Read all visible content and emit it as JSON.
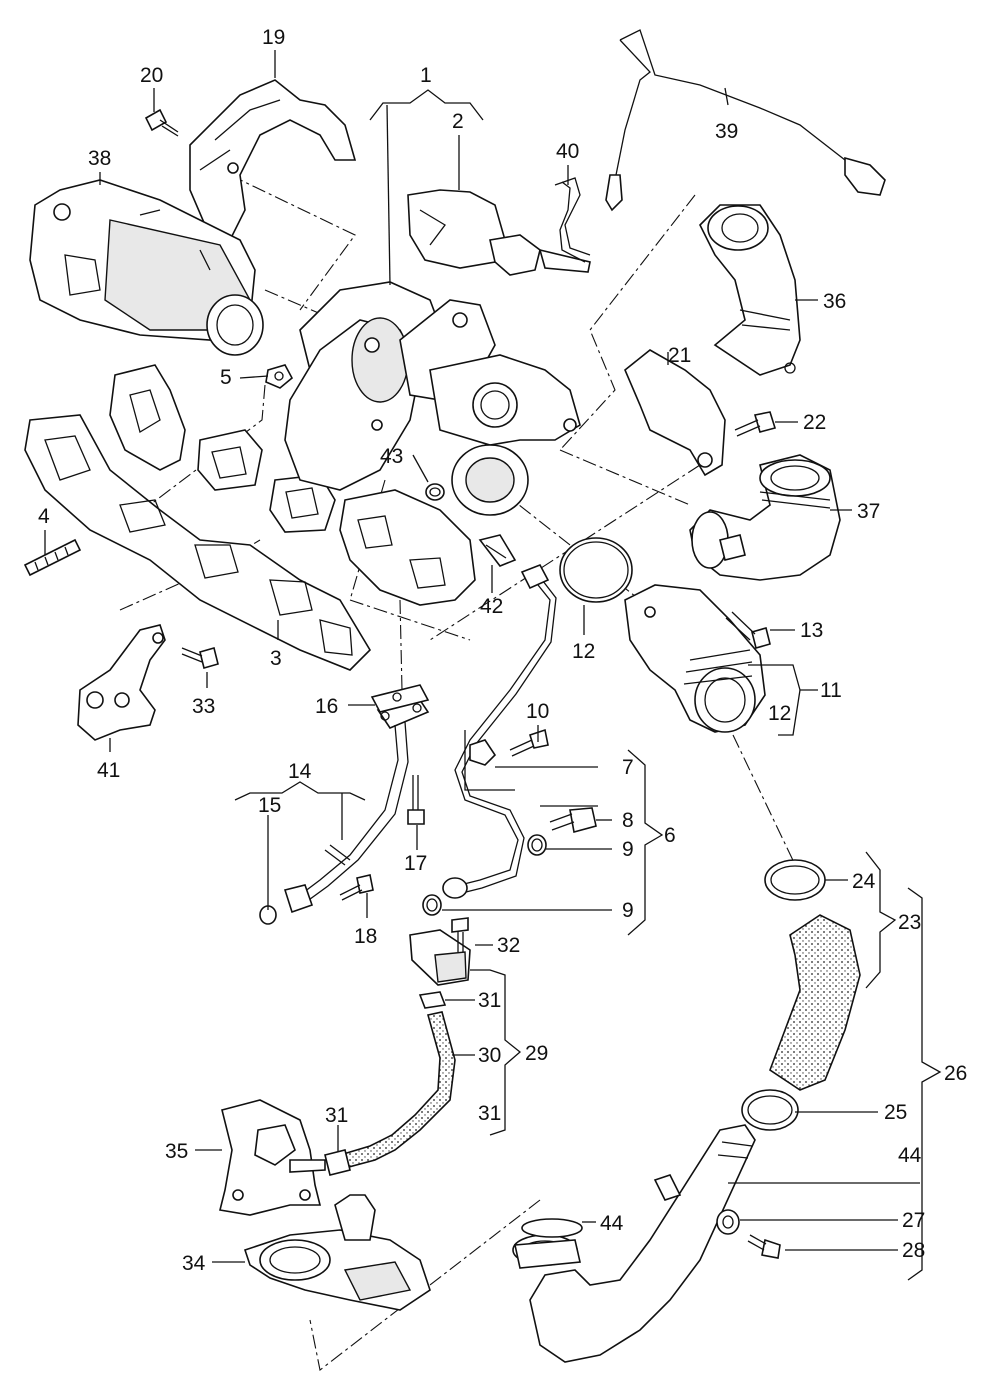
{
  "callouts": [
    {
      "id": "c1",
      "text": "1"
    },
    {
      "id": "c2",
      "text": "2"
    },
    {
      "id": "c3",
      "text": "3"
    },
    {
      "id": "c4",
      "text": "4"
    },
    {
      "id": "c5",
      "text": "5"
    },
    {
      "id": "c6",
      "text": "6"
    },
    {
      "id": "c7",
      "text": "7"
    },
    {
      "id": "c8",
      "text": "8"
    },
    {
      "id": "c9a",
      "text": "9"
    },
    {
      "id": "c9b",
      "text": "9"
    },
    {
      "id": "c10",
      "text": "10"
    },
    {
      "id": "c11",
      "text": "11"
    },
    {
      "id": "c12a",
      "text": "12"
    },
    {
      "id": "c12b",
      "text": "12"
    },
    {
      "id": "c13",
      "text": "13"
    },
    {
      "id": "c14",
      "text": "14"
    },
    {
      "id": "c15",
      "text": "15"
    },
    {
      "id": "c16",
      "text": "16"
    },
    {
      "id": "c17",
      "text": "17"
    },
    {
      "id": "c18",
      "text": "18"
    },
    {
      "id": "c19",
      "text": "19"
    },
    {
      "id": "c20",
      "text": "20"
    },
    {
      "id": "c21",
      "text": "21"
    },
    {
      "id": "c22",
      "text": "22"
    },
    {
      "id": "c23",
      "text": "23"
    },
    {
      "id": "c24",
      "text": "24"
    },
    {
      "id": "c25",
      "text": "25"
    },
    {
      "id": "c26",
      "text": "26"
    },
    {
      "id": "c27",
      "text": "27"
    },
    {
      "id": "c28",
      "text": "28"
    },
    {
      "id": "c29",
      "text": "29"
    },
    {
      "id": "c30",
      "text": "30"
    },
    {
      "id": "c31a",
      "text": "31"
    },
    {
      "id": "c31b",
      "text": "31"
    },
    {
      "id": "c31c",
      "text": "31"
    },
    {
      "id": "c32",
      "text": "32"
    },
    {
      "id": "c33",
      "text": "33"
    },
    {
      "id": "c34",
      "text": "34"
    },
    {
      "id": "c35",
      "text": "35"
    },
    {
      "id": "c36",
      "text": "36"
    },
    {
      "id": "c37",
      "text": "37"
    },
    {
      "id": "c38",
      "text": "38"
    },
    {
      "id": "c39",
      "text": "39"
    },
    {
      "id": "c40",
      "text": "40"
    },
    {
      "id": "c41",
      "text": "41"
    },
    {
      "id": "c42",
      "text": "42"
    },
    {
      "id": "c43",
      "text": "43"
    },
    {
      "id": "c44a",
      "text": "44"
    },
    {
      "id": "c44b",
      "text": "44"
    }
  ]
}
